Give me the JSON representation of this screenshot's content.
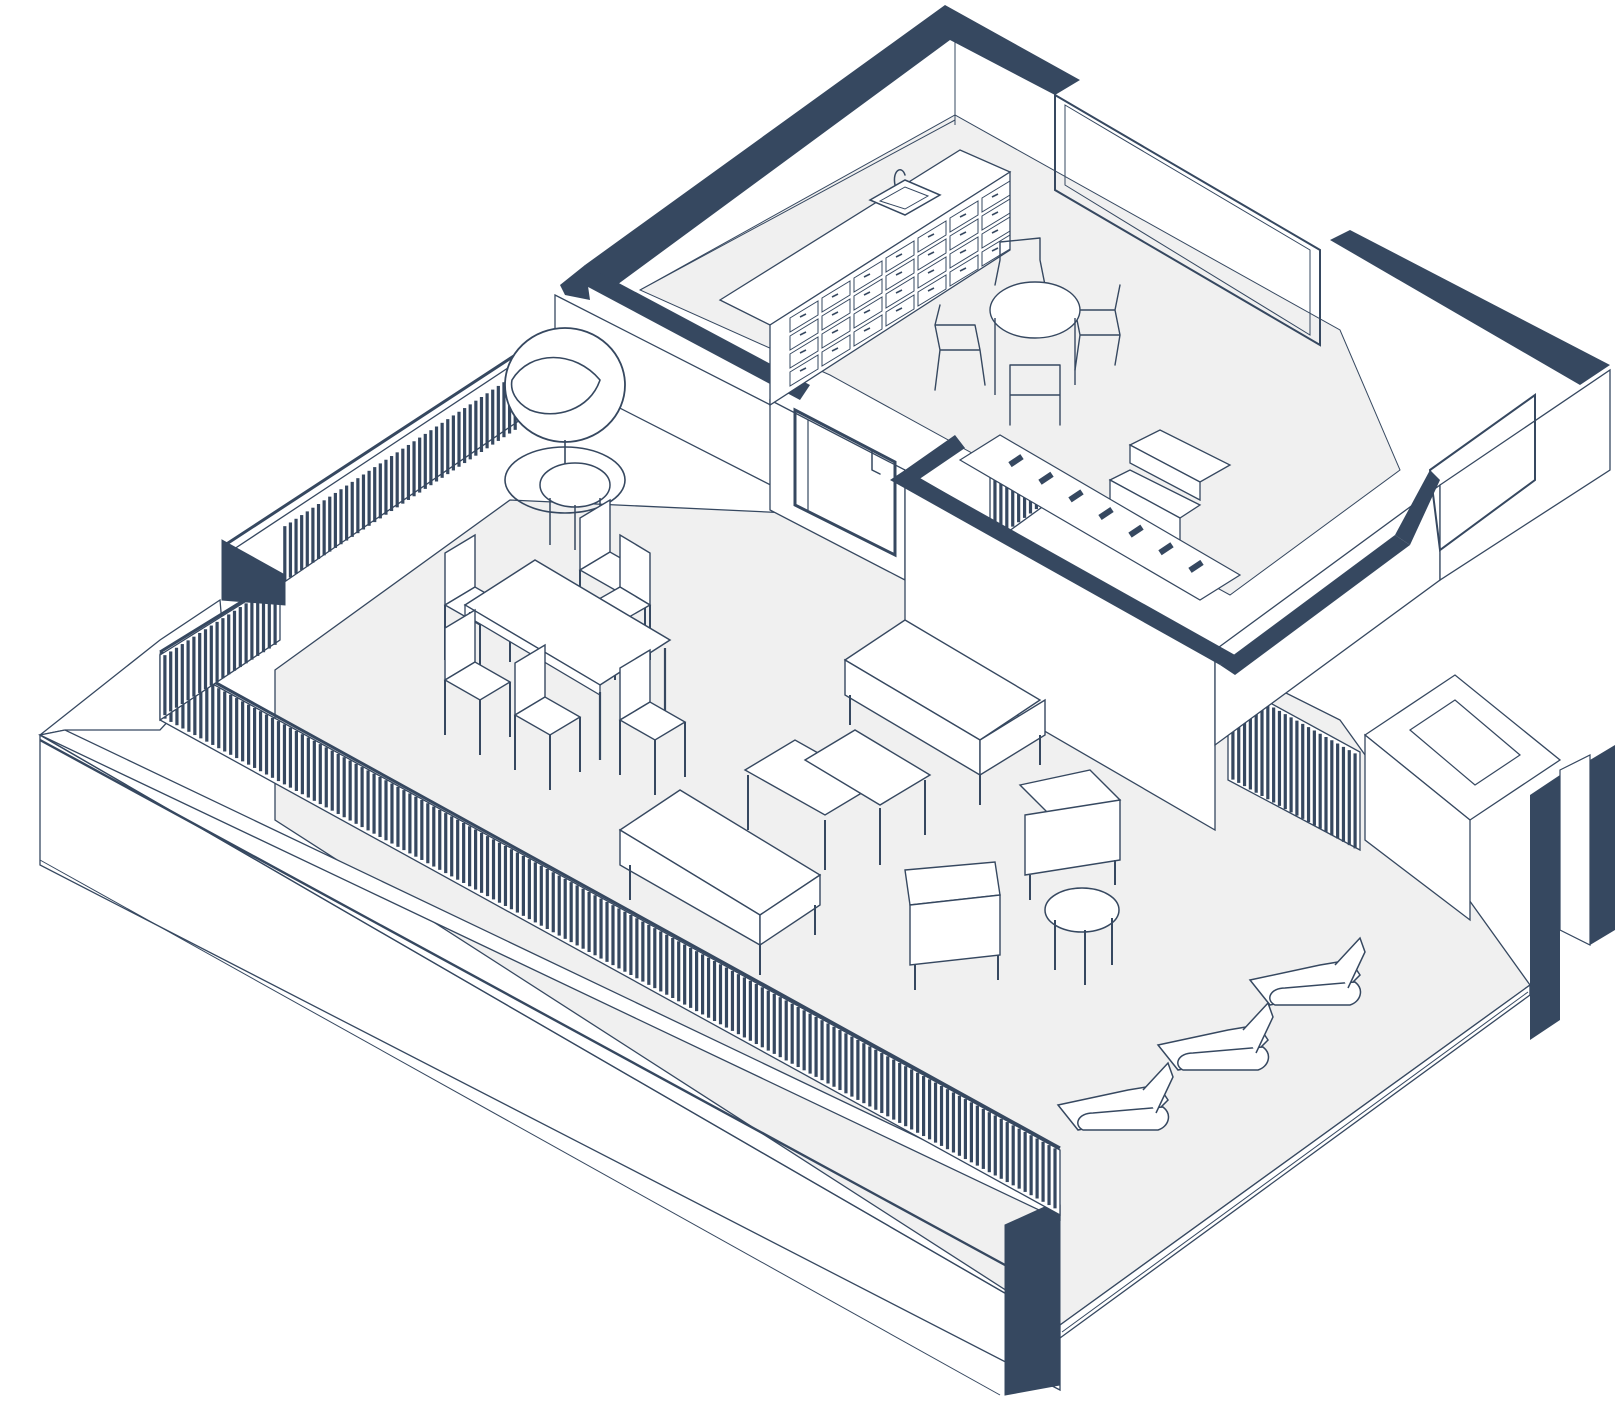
{
  "drawing": {
    "style": "isometric line drawing",
    "colors": {
      "wall": "#364860",
      "line": "#364860",
      "floor": "#f0f0f0",
      "paper": "#ffffff"
    },
    "areas": [
      {
        "name": "terrace-deck",
        "items": [
          "glass-balustrade",
          "bench-seating",
          "planter-box"
        ]
      },
      {
        "name": "dining-area",
        "items": [
          "dining-table",
          "dining-chair",
          "dining-chair",
          "dining-chair",
          "dining-chair",
          "dining-chair",
          "dining-chair"
        ]
      },
      {
        "name": "lounge-area",
        "items": [
          "sofa",
          "sofa",
          "coffee-table",
          "coffee-table",
          "armchair",
          "armchair",
          "side-table"
        ]
      },
      {
        "name": "sun-area",
        "items": [
          "sun-lounger",
          "sun-lounger",
          "sun-lounger"
        ]
      },
      {
        "name": "hanging-chair-corner",
        "items": [
          "egg-chair",
          "bistro-table"
        ]
      },
      {
        "name": "kitchen-room",
        "items": [
          "kitchen-counter",
          "sink",
          "drawer-cabinet",
          "round-table",
          "chair",
          "chair",
          "chair",
          "chair",
          "step-unit"
        ]
      }
    ]
  }
}
